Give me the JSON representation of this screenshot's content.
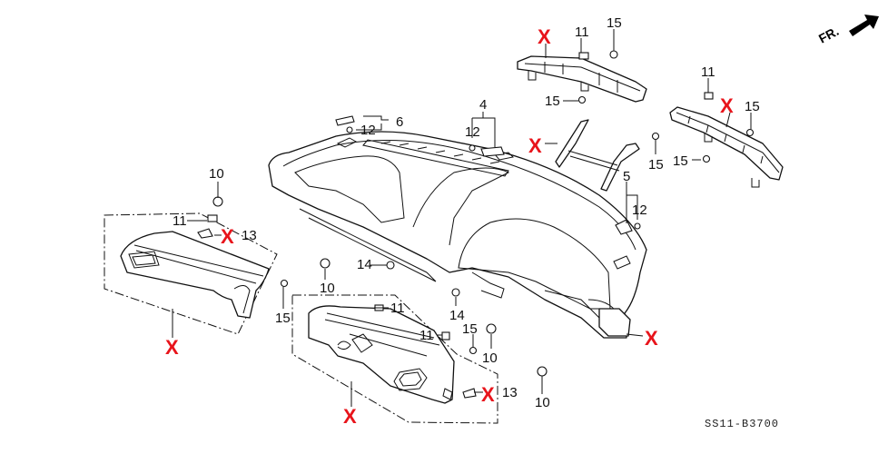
{
  "diagram": {
    "code": "SS11-B3700",
    "direction_label": "FR.",
    "removed_mark": "X",
    "colors": {
      "line": "#111111",
      "removed_mark": "#e8141b",
      "background": "#ffffff"
    },
    "callouts": {
      "c4": "4",
      "c5": "5",
      "c6": "6",
      "c10a": "10",
      "c10b": "10",
      "c10c": "10",
      "c10d": "10",
      "c11a": "11",
      "c11b": "11",
      "c11c": "11",
      "c11d": "11",
      "c11e": "11",
      "c12a": "12",
      "c12b": "12",
      "c12c": "12",
      "c14a": "14",
      "c14b": "14",
      "c15a": "15",
      "c15b": "15",
      "c15c": "15",
      "c15d": "15",
      "c15e": "15",
      "c15f": "15",
      "c15g": "15",
      "c13a": "13",
      "c13b": "13"
    }
  }
}
